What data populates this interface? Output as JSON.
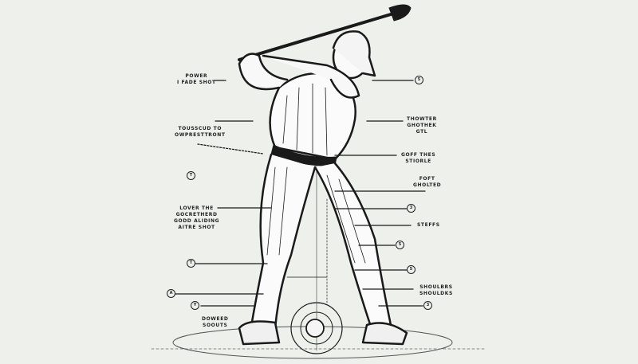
{
  "labels": {
    "power_fade": "POWER\nI FADE SHOT",
    "touscud": "TOUSSCUD TO\nOWPRESTTRONT",
    "lover": "LOVER THE\nGOCRETHERD\nGODD ALIDING\nAITRE SHOT",
    "dowered": "DOWEED\nSOOUTS",
    "thowter": "THOWTER\nGHOTHEK\nGTL",
    "goff": "GOFF THES\nSTIORLE",
    "foft": "FOFT\nGHOLTED",
    "steffs": "STEFFS",
    "shoulders": "SHOULBRS\nSHOULDKS"
  },
  "markers": {
    "left": [
      "T",
      "T",
      "A",
      "Y"
    ],
    "right": [
      "5",
      "3",
      "5",
      "5",
      "3"
    ]
  }
}
